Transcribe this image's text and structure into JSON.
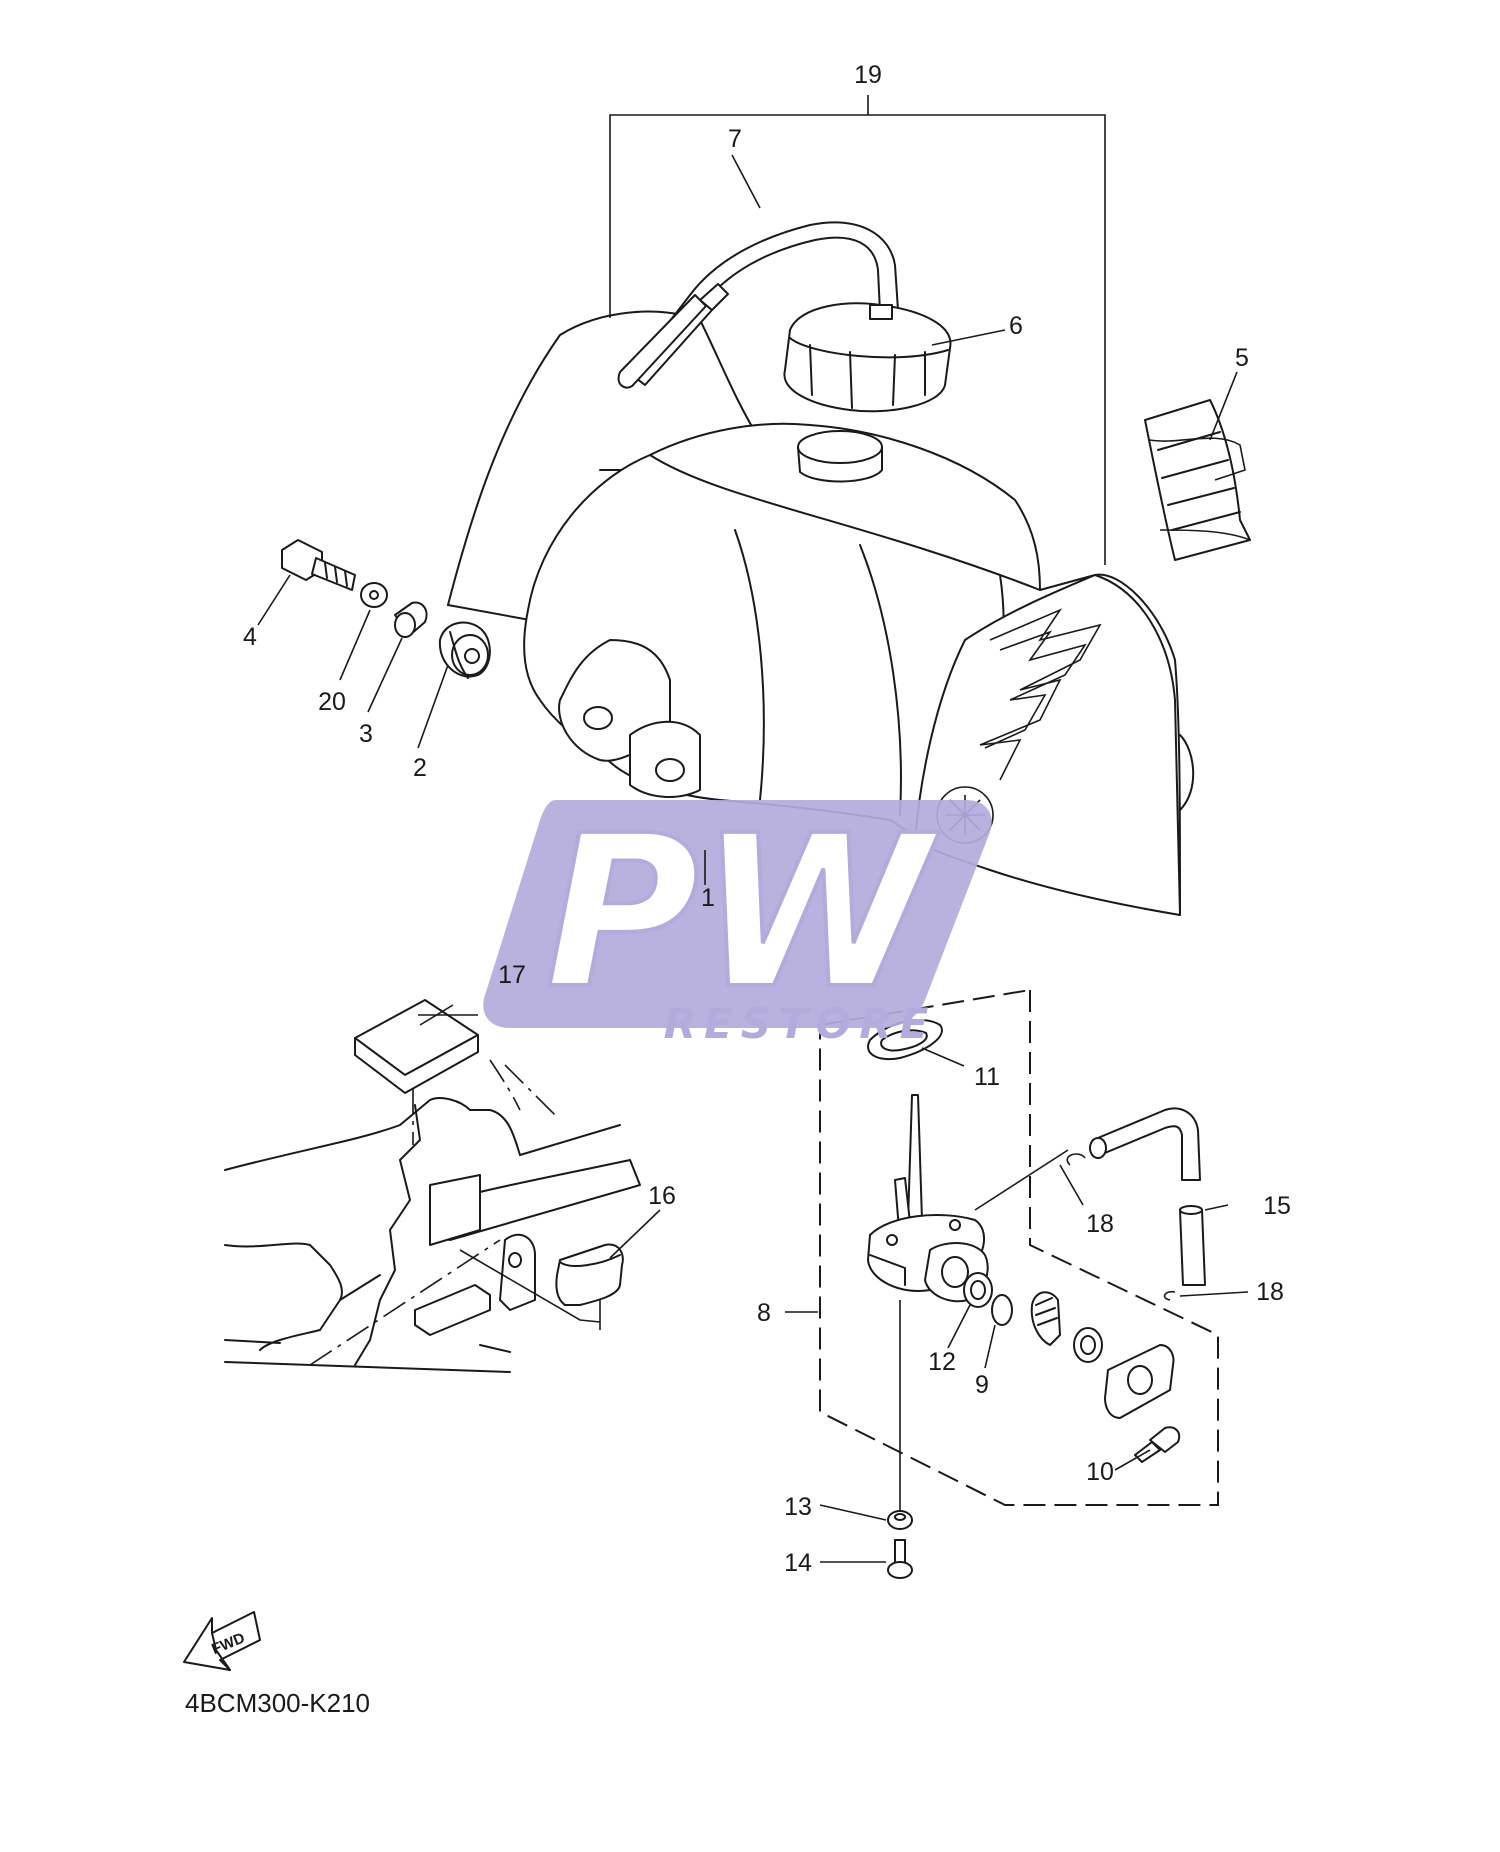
{
  "diagram": {
    "code": "4BCM300-K210",
    "fwd_label": "FWD",
    "callouts": [
      {
        "id": "1",
        "label": "1"
      },
      {
        "id": "2",
        "label": "2"
      },
      {
        "id": "3",
        "label": "3"
      },
      {
        "id": "4",
        "label": "4"
      },
      {
        "id": "5",
        "label": "5"
      },
      {
        "id": "6",
        "label": "6"
      },
      {
        "id": "7",
        "label": "7"
      },
      {
        "id": "8",
        "label": "8"
      },
      {
        "id": "9",
        "label": "9"
      },
      {
        "id": "10",
        "label": "10"
      },
      {
        "id": "11",
        "label": "11"
      },
      {
        "id": "12",
        "label": "12"
      },
      {
        "id": "13",
        "label": "13"
      },
      {
        "id": "14",
        "label": "14"
      },
      {
        "id": "15",
        "label": "15"
      },
      {
        "id": "16",
        "label": "16"
      },
      {
        "id": "17",
        "label": "17"
      },
      {
        "id": "18a",
        "label": "18"
      },
      {
        "id": "18b",
        "label": "18"
      },
      {
        "id": "19",
        "label": "19"
      },
      {
        "id": "20",
        "label": "20"
      }
    ]
  },
  "watermark": {
    "logo_text": "PW",
    "sub_text": "RESTORE",
    "color": "#b3abdc"
  }
}
